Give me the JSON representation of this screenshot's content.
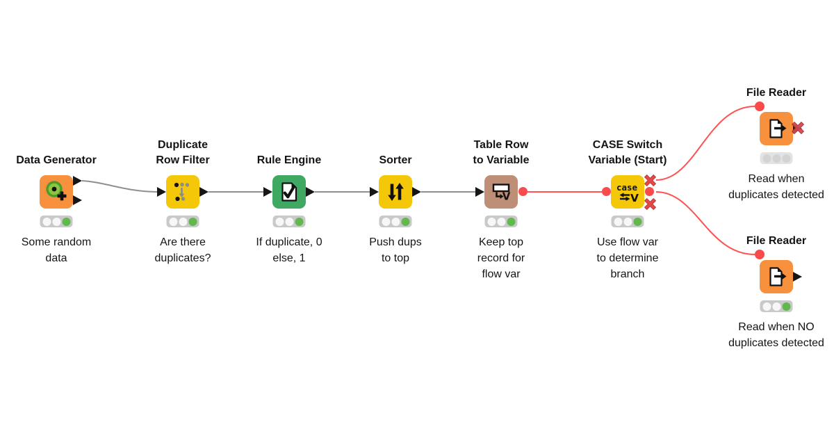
{
  "workflow": {
    "app": "KNIME workflow diagram",
    "background": "#FFFFFF",
    "colors": {
      "node_orange": "#F7913E",
      "node_yellow": "#F4C708",
      "node_green": "#3FA863",
      "node_tan": "#BE8E76",
      "port_black": "#161616",
      "flow_variable_red": "#F94B4B",
      "inactive_x_red": "#D0494E",
      "connection_gray": "#8F8F8F",
      "connection_red": "#FF5151",
      "status_green": "#62B74F",
      "traffic_bg": "#C9C9C9",
      "traffic_idle_circle": "#F7F7F7",
      "inactive_traffic_bg": "#E3E3E3",
      "inactive_traffic_circle": "#D3D3D3",
      "text": "#141414"
    },
    "nodes": [
      {
        "id": "data-generator",
        "title": "Data Generator",
        "description": "Some random\ndata",
        "status": "executed",
        "color": "#F7913E"
      },
      {
        "id": "duplicate-row-filter",
        "title": "Duplicate\nRow Filter",
        "description": "Are there\nduplicates?",
        "status": "executed",
        "color": "#F4C708"
      },
      {
        "id": "rule-engine",
        "title": "Rule Engine",
        "description": "If duplicate, 0\nelse, 1",
        "status": "executed",
        "color": "#3FA863"
      },
      {
        "id": "sorter",
        "title": "Sorter",
        "description": "Push dups\nto top",
        "status": "executed",
        "color": "#F4C708"
      },
      {
        "id": "table-row-to-variable",
        "title": "Table Row\nto Variable",
        "description": "Keep top\nrecord for\nflow var",
        "status": "executed",
        "color": "#BE8E76",
        "icon_text": "V"
      },
      {
        "id": "case-switch-variable-start",
        "title": "CASE Switch\nVariable (Start)",
        "description": "Use flow var\nto determine\nbranch",
        "status": "executed",
        "color": "#F4C708",
        "icon_text": "case",
        "icon_text2": "V"
      },
      {
        "id": "file-reader-duplicates",
        "title": "File Reader",
        "description": "Read when\nduplicates detected",
        "status": "inactive",
        "color": "#F7913E"
      },
      {
        "id": "file-reader-no-duplicates",
        "title": "File Reader",
        "description": "Read when NO\nduplicates detected",
        "status": "executed",
        "color": "#F7913E"
      }
    ],
    "connections": [
      {
        "from": "data-generator",
        "to": "duplicate-row-filter",
        "kind": "data"
      },
      {
        "from": "duplicate-row-filter",
        "to": "rule-engine",
        "kind": "data"
      },
      {
        "from": "rule-engine",
        "to": "sorter",
        "kind": "data"
      },
      {
        "from": "sorter",
        "to": "table-row-to-variable",
        "kind": "data"
      },
      {
        "from": "table-row-to-variable",
        "to": "case-switch-variable-start",
        "kind": "flow-variable"
      },
      {
        "from": "case-switch-variable-start",
        "to": "file-reader-duplicates",
        "kind": "flow-variable"
      },
      {
        "from": "case-switch-variable-start",
        "to": "file-reader-no-duplicates",
        "kind": "flow-variable"
      }
    ]
  }
}
